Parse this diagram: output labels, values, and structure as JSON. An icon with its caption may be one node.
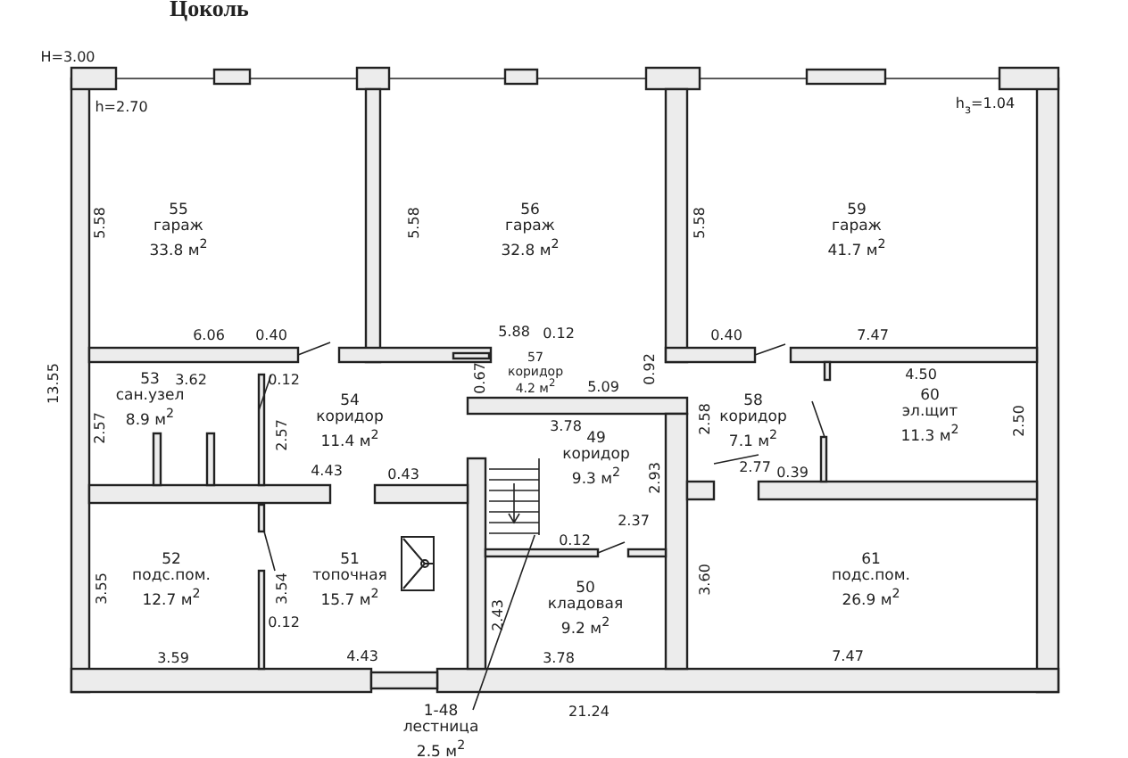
{
  "diagram": {
    "title": "Цоколь",
    "nodes": [
      {
        "text": [
          "55",
          "гараж",
          "33.8 м$^{2}$"
        ]
      },
      {
        "text": [
          "56",
          "гараж",
          "32.8 м$^{2}$"
        ]
      },
      {
        "text": [
          "59",
          "гараж",
          "41.7 м$^{2}$"
        ]
      },
      {
        "text": [
          "53",
          "сан.узел",
          "8.9 м$^{2}$"
        ]
      },
      {
        "text": [
          "57",
          "коридор",
          "4.2 м$^{2}$"
        ]
      },
      {
        "text": [
          "54",
          "коридор",
          "11.4 м$^{2}$"
        ]
      },
      {
        "text": [
          "58",
          "коридор",
          "7.1 м$^{2}$"
        ]
      },
      {
        "text": [
          "60",
          "эл.щит",
          "11.3 м$^{2}$"
        ]
      },
      {
        "text": [
          "49",
          "коридор",
          "9.3 м$^{2}$"
        ]
      },
      {
        "text": [],
        "shape": "picture",
        "in": 8
      },
      {
        "text": [
          "52",
          "подс.пом.",
          "12.7 м$^{2}$"
        ]
      },
      {
        "text": [
          "51",
          "топочная",
          "15.7 м$^{2}$"
        ]
      },
      {
        "text": [
          "50",
          "кладовая",
          "9.2 м$^{2}$"
        ]
      },
      {
        "text": [
          "61",
          "подс.пом.",
          "26.9 м$^{2}$"
        ]
      },
      {
        "text": [
          "1-48",
          "лестница",
          "2.5 м$^{2}$"
        ]
      }
    ],
    "edges": [
      {
        "from": 14,
        "to": 9,
        "arrow": "none"
      }
    ],
    "labels": [
      "H=3.00",
      "h=2.70",
      "h$_{з}$=1.04",
      "5.58",
      "5.58",
      "5.58",
      "6.06",
      "0.40",
      "5.88",
      "0.12",
      "0.40",
      "7.47",
      "13.55",
      "3.62",
      "0.12",
      "0.67",
      "5.09",
      "0.92",
      "4.50",
      "2.57",
      "2.57",
      "2.50",
      "3.78",
      "2.58",
      "4.43",
      "0.43",
      "2.93",
      "2.77",
      "0.39",
      "2.37",
      "0.12",
      "3.55",
      "3.54",
      "0.12",
      "2.43",
      "3.60",
      "3.59",
      "4.43",
      "3.78",
      "7.47",
      "21.24"
    ]
  }
}
